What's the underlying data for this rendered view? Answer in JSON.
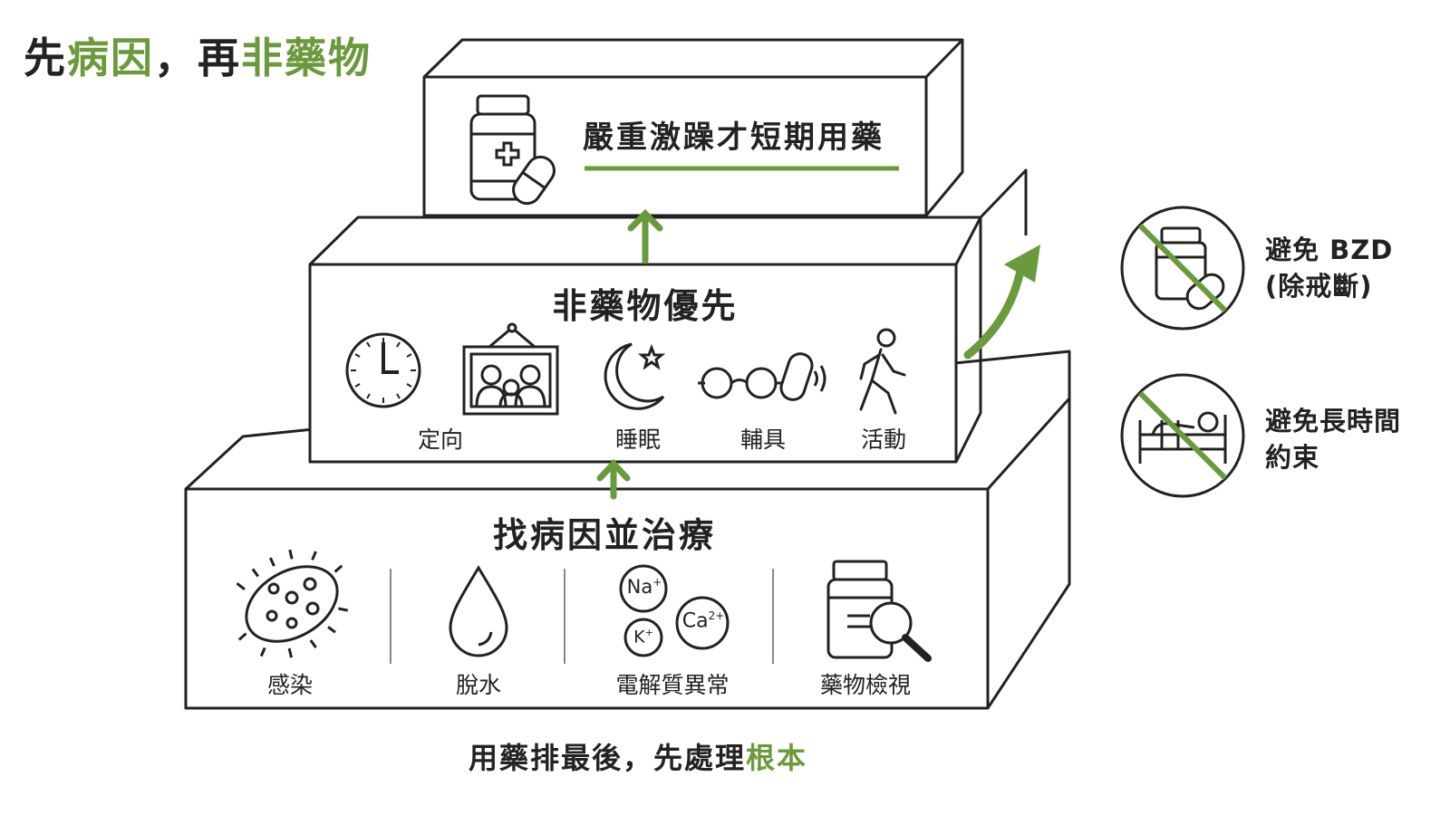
{
  "title": {
    "part1": "先",
    "part2": "病因",
    "part3": "，再",
    "part4": "非藥物"
  },
  "top_tier": {
    "label": "嚴重激躁才短期用藥"
  },
  "middle_tier": {
    "title": "非藥物優先",
    "items": [
      {
        "label": "定向",
        "icon": "clock-icon"
      },
      {
        "label": "",
        "icon": "family-photo-icon"
      },
      {
        "label": "睡眠",
        "icon": "moon-star-icon"
      },
      {
        "label": "輔具",
        "icon": "glasses-hearing-aid-icon"
      },
      {
        "label": "活動",
        "icon": "walking-person-icon"
      }
    ]
  },
  "bottom_tier": {
    "title": "找病因並治療",
    "items": [
      {
        "label": "感染",
        "icon": "bacteria-icon"
      },
      {
        "label": "脫水",
        "icon": "water-drop-icon"
      },
      {
        "label": "電解質異常",
        "icon": "electrolytes-icon",
        "ions": [
          "Na",
          "K",
          "Ca"
        ]
      },
      {
        "label": "藥物檢視",
        "icon": "medicine-review-icon"
      }
    ]
  },
  "side": [
    {
      "line1": "避免 BZD",
      "line2": "(除戒斷)",
      "icon": "no-medication-icon"
    },
    {
      "line1": "避免長時間",
      "line2": "約束",
      "icon": "no-restraint-icon"
    }
  ],
  "footer": {
    "part1": "用藥排最後，先處理",
    "part2": "根本"
  },
  "colors": {
    "accent": "#6a9a3c",
    "ink": "#222222"
  }
}
